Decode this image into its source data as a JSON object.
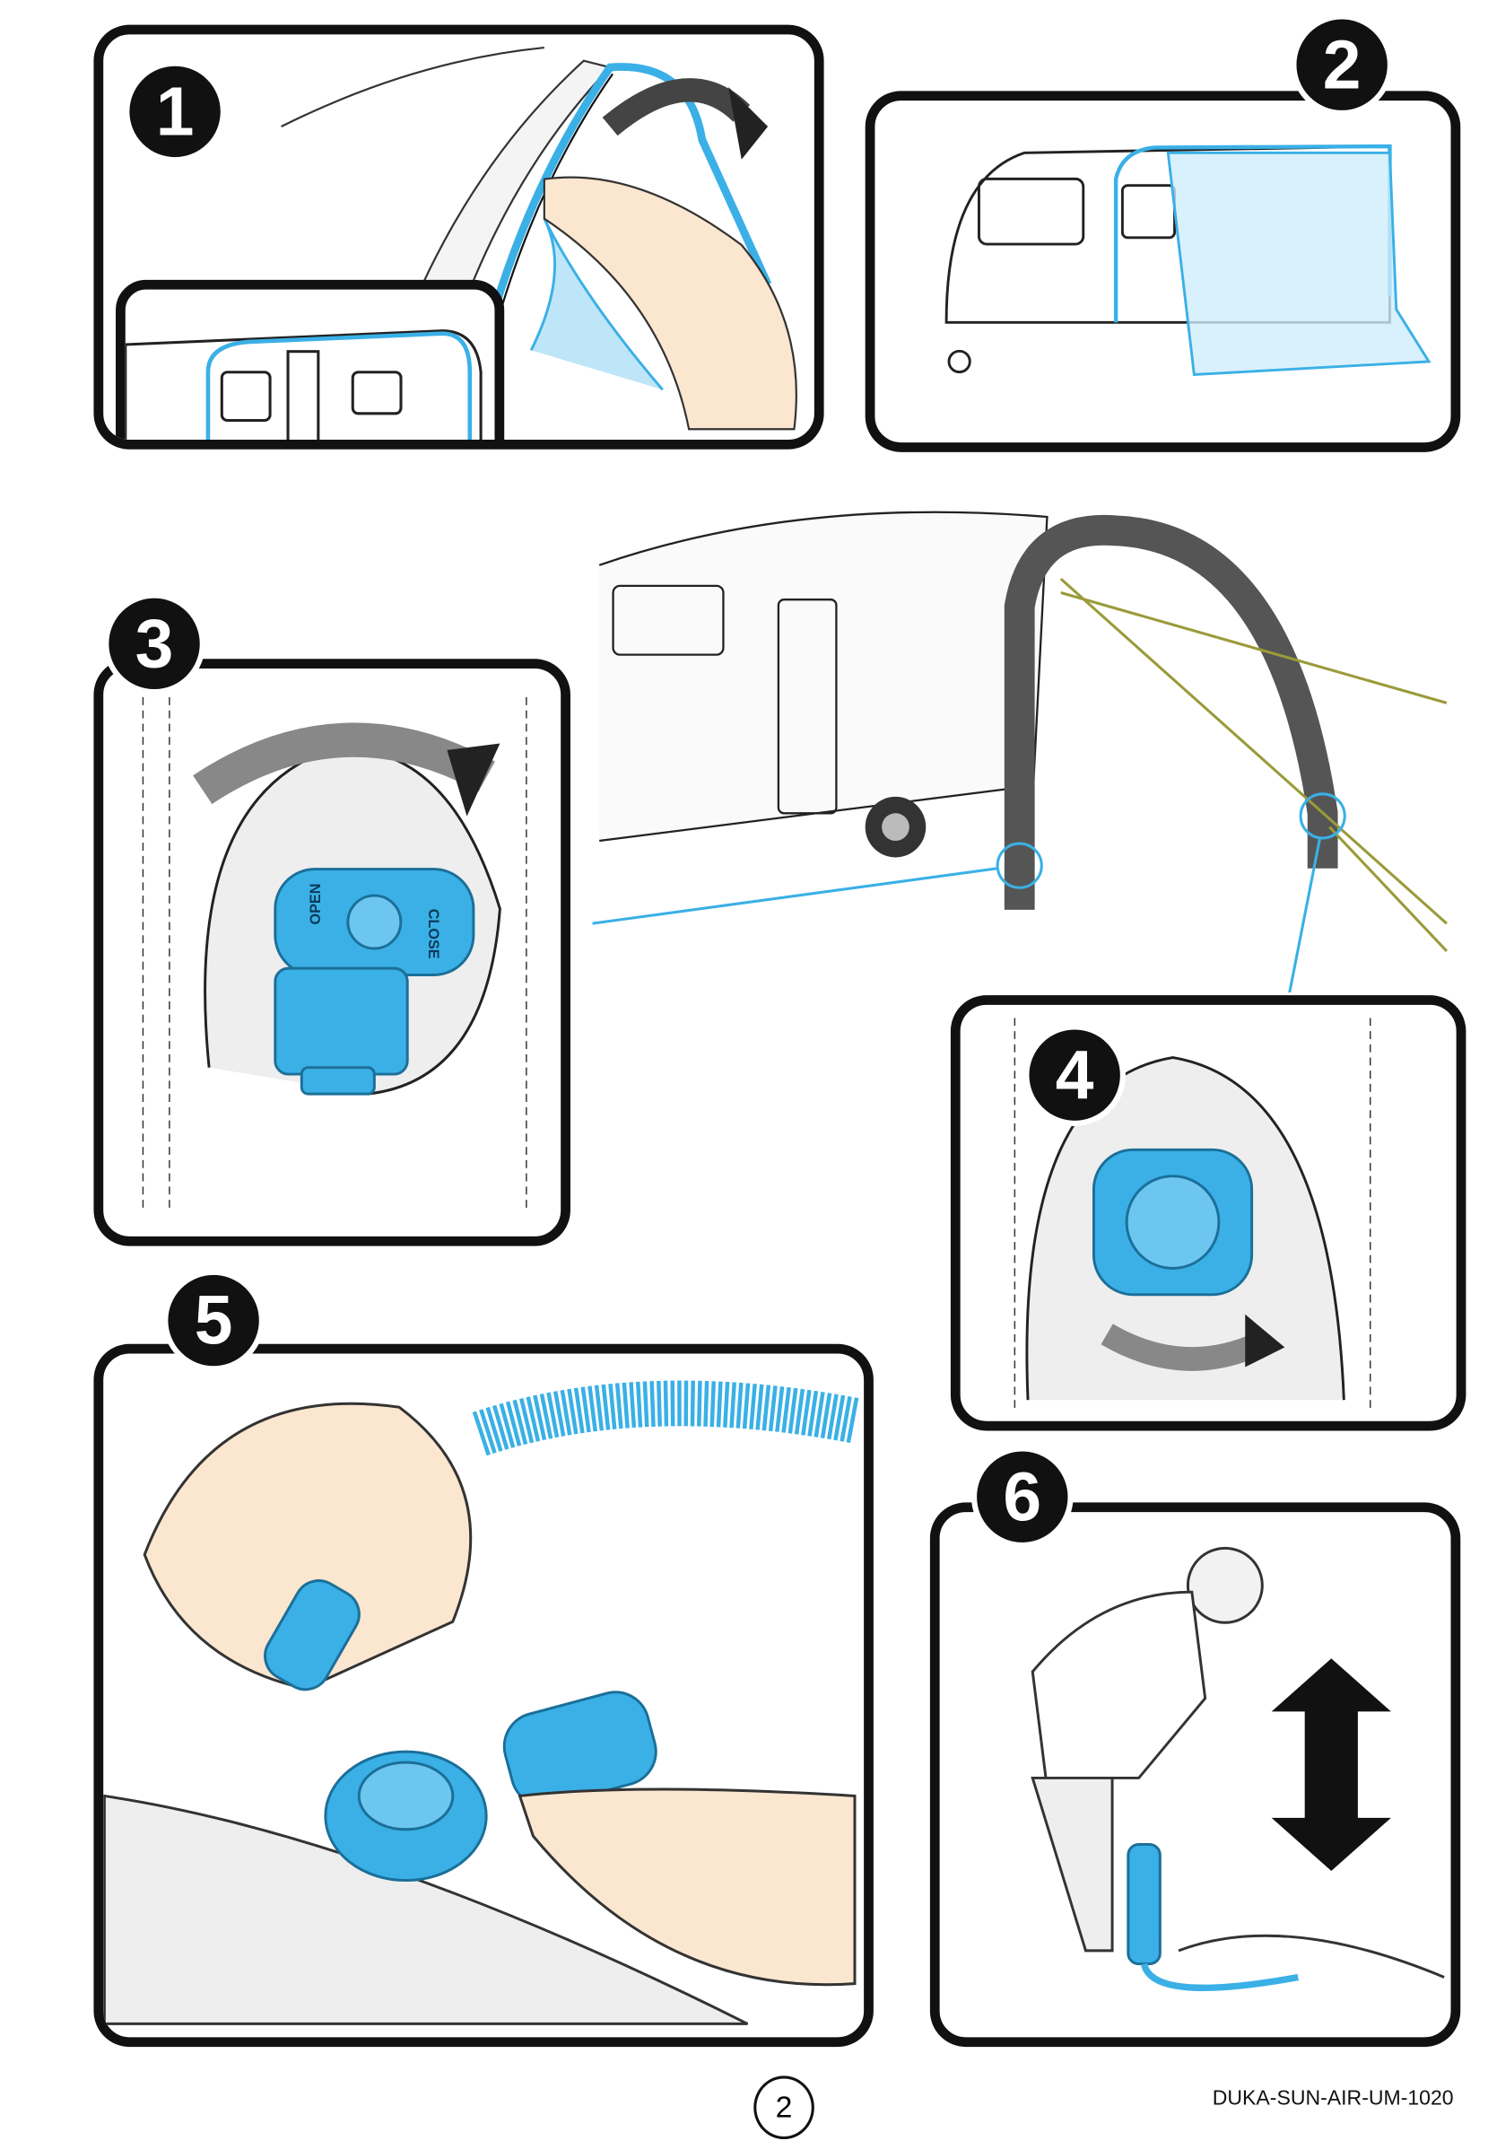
{
  "steps": [
    {
      "number": "1"
    },
    {
      "number": "2"
    },
    {
      "number": "3",
      "valve_labels": {
        "open": "OPEN",
        "close": "CLOSE"
      }
    },
    {
      "number": "4"
    },
    {
      "number": "5"
    },
    {
      "number": "6"
    }
  ],
  "footer": {
    "page_number": "2",
    "document_code": "DUKA-SUN-AIR-UM-1020"
  },
  "colors": {
    "accent_blue": "#3ab0e6",
    "outline": "#111111"
  }
}
